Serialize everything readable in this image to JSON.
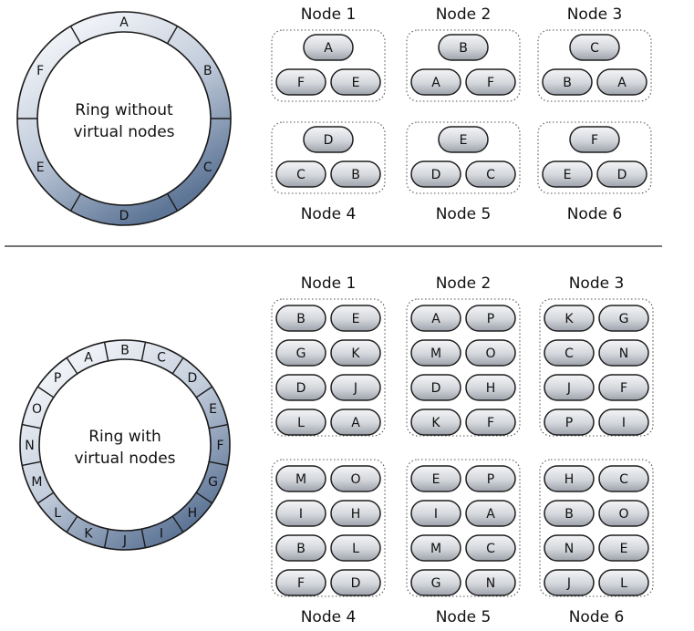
{
  "top": {
    "ring_label_line1": "Ring without",
    "ring_label_line2": "virtual nodes",
    "ring_segments": [
      "A",
      "B",
      "C",
      "D",
      "E",
      "F"
    ],
    "nodes": [
      {
        "title": "Node 1",
        "tokens": [
          "A",
          "F",
          "E"
        ]
      },
      {
        "title": "Node 2",
        "tokens": [
          "B",
          "A",
          "F"
        ]
      },
      {
        "title": "Node 3",
        "tokens": [
          "C",
          "B",
          "A"
        ]
      },
      {
        "title": "Node 4",
        "tokens": [
          "D",
          "C",
          "B"
        ]
      },
      {
        "title": "Node 5",
        "tokens": [
          "E",
          "D",
          "C"
        ]
      },
      {
        "title": "Node 6",
        "tokens": [
          "F",
          "E",
          "D"
        ]
      }
    ]
  },
  "bottom": {
    "ring_label_line1": "Ring with",
    "ring_label_line2": "virtual nodes",
    "ring_segments": [
      "A",
      "B",
      "C",
      "D",
      "E",
      "F",
      "G",
      "H",
      "I",
      "J",
      "K",
      "L",
      "M",
      "N",
      "O",
      "P"
    ],
    "nodes": [
      {
        "title": "Node 1",
        "tokens": [
          "B",
          "E",
          "G",
          "K",
          "D",
          "J",
          "L",
          "A"
        ]
      },
      {
        "title": "Node 2",
        "tokens": [
          "A",
          "P",
          "M",
          "O",
          "D",
          "H",
          "K",
          "F"
        ]
      },
      {
        "title": "Node 3",
        "tokens": [
          "K",
          "G",
          "C",
          "N",
          "J",
          "F",
          "P",
          "I"
        ]
      },
      {
        "title": "Node 4",
        "tokens": [
          "M",
          "O",
          "I",
          "H",
          "B",
          "L",
          "F",
          "D"
        ]
      },
      {
        "title": "Node 5",
        "tokens": [
          "E",
          "P",
          "I",
          "A",
          "M",
          "C",
          "G",
          "N"
        ]
      },
      {
        "title": "Node 6",
        "tokens": [
          "H",
          "C",
          "B",
          "O",
          "N",
          "E",
          "J",
          "L"
        ]
      }
    ]
  }
}
